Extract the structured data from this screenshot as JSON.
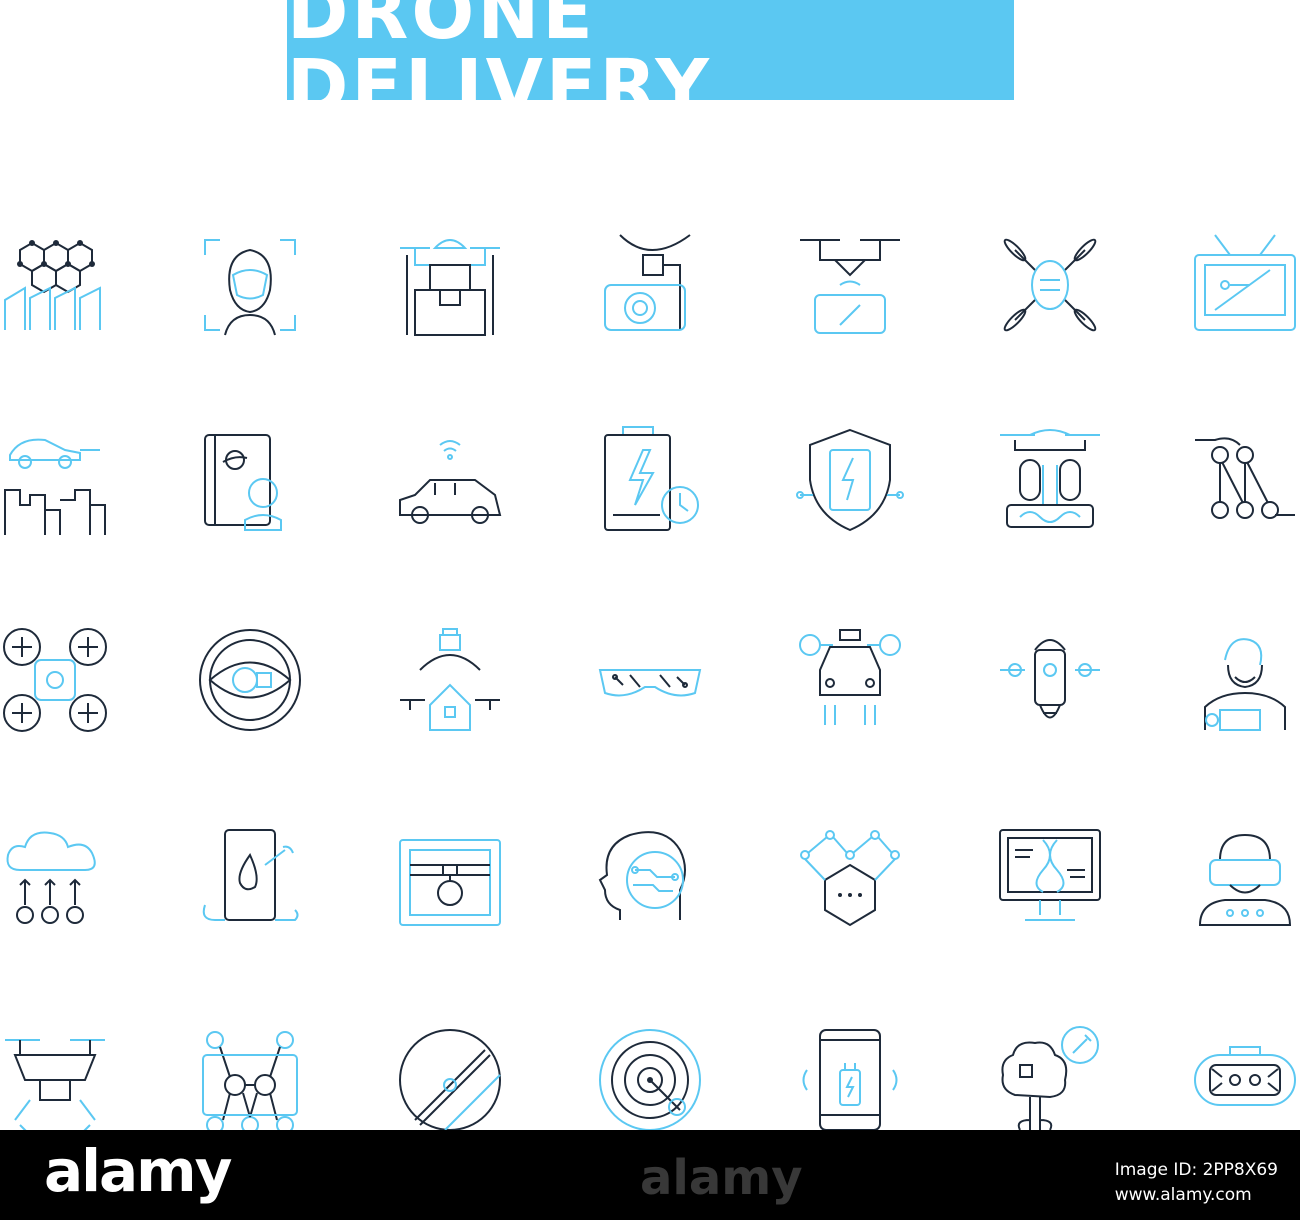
{
  "title": "DRONE DELIVERY",
  "colors": {
    "accent": "#5bc8f2",
    "line_dark": "#1e2a3a",
    "banner": "#5bc8f2",
    "bar": "#000000"
  },
  "watermark": "alamy",
  "icons": [
    [
      "hexagon-network-icon",
      "face-scan-icon",
      "drone-package-icon",
      "drone-camera-icon",
      "drone-phone-control-icon",
      "quadcopter-icon",
      "tv-map-icon"
    ],
    [
      "flying-car-city-icon",
      "astronaut-book-icon",
      "connected-car-icon",
      "battery-clock-icon",
      "shield-battery-icon",
      "drone-levitation-icon",
      "robotic-hand-icon"
    ],
    [
      "quad-rotor-icon",
      "eye-target-icon",
      "smart-home-drone-icon",
      "circuit-goggles-icon",
      "flying-taxi-icon",
      "robot-drone-icon",
      "man-laptop-icon"
    ],
    [
      "cloud-upload-icon",
      "tablet-repair-icon",
      "3d-printer-icon",
      "ai-head-icon",
      "molecule-network-icon",
      "dna-monitor-icon",
      "vr-headset-person-icon"
    ],
    [
      "drone-landing-icon",
      "neural-network-icon",
      "propeller-icon",
      "radar-icon",
      "phone-charging-icon",
      "tree-eco-icon",
      "vr-glasses-icon"
    ]
  ],
  "footer": {
    "brand": "alamy",
    "image_id_label": "Image ID: 2PP8X69",
    "site": "www.alamy.com"
  }
}
